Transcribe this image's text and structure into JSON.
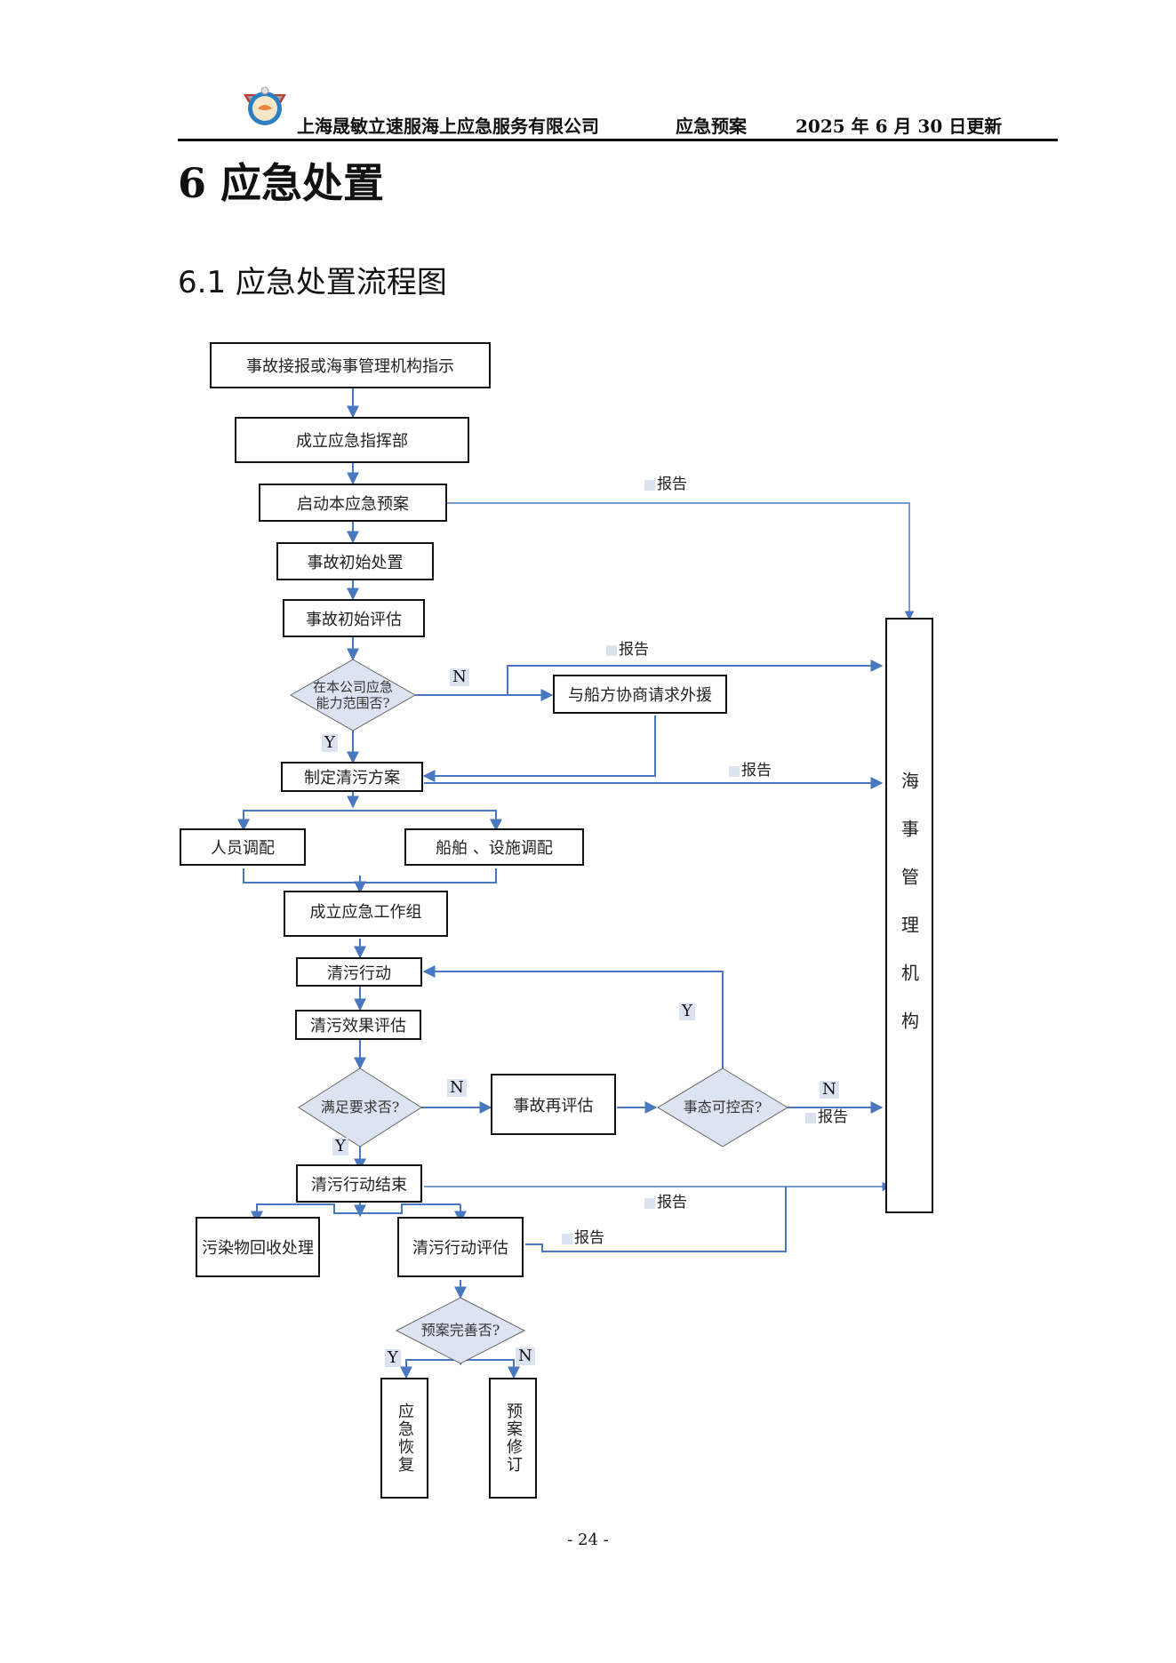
{
  "header": {
    "company": "上海晟敏立速服海上应急服务有限公司",
    "doc_type": "应急预案",
    "updated": "2025 年 6 月 30 日更新",
    "logo": "company-logo-icon"
  },
  "headings": {
    "chapter": "6  应急处置",
    "section": "6.1  应急处置流程图"
  },
  "flowchart": {
    "nodes": {
      "n1": "事故接报或海事管理机构指示",
      "n2": "成立应急指挥部",
      "n3": "启动本应急预案",
      "n4": "事故初始处置",
      "n5": "事故初始评估",
      "d1_line1": "在本公司应急",
      "d1_line2": "能力范围否?",
      "n6": "与船方协商请求外援",
      "n7": "制定清污方案",
      "n8": "人员调配",
      "n9": "船舶 、设施调配",
      "n10": "成立应急工作组",
      "n11": "清污行动",
      "n12": "清污效果评估",
      "d2": "满足要求否?",
      "n13": "事故再评估",
      "d3": "事态可控否?",
      "n14": "清污行动结束",
      "n15": "污染物回收处理",
      "n16": "清污行动评估",
      "d4": "预案完善否?",
      "n17": "应急恢复",
      "n18": "预案修订",
      "authority": "海事管理机构"
    },
    "labels": {
      "report": "报告",
      "yes": "Y",
      "no": "N"
    },
    "colors": {
      "line": "#4a78c0",
      "diamond_fill": "#dce4f2",
      "box_border": "#111111"
    }
  },
  "footer": {
    "page": "- 24 -"
  }
}
